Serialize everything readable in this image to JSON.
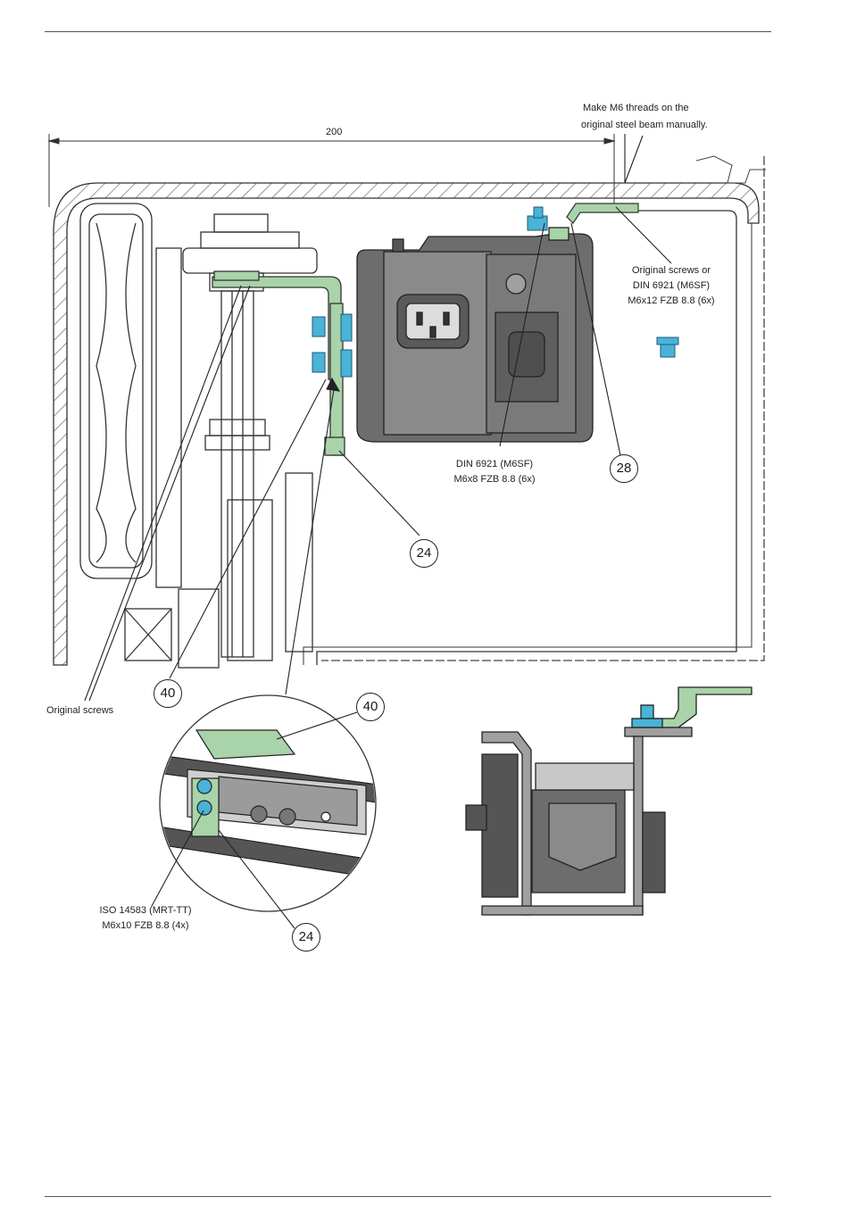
{
  "dimension": "200",
  "labels": {
    "threads_line1": "Make M6 threads on the",
    "threads_line2": "original steel beam manually.",
    "orig_screws_or_1": "Original screws or",
    "orig_screws_or_2": "DIN 6921 (M6SF)",
    "orig_screws_or_3": "M6x12 FZB 8.8 (6x)",
    "din_1": "DIN 6921 (M6SF)",
    "din_2": "M6x8 FZB 8.8 (6x)",
    "orig_screws": "Original screws",
    "iso_1": "ISO 14583 (MRT-TT)",
    "iso_2": "M6x10 FZB 8.8 (4x)"
  },
  "callouts": {
    "c28": "28",
    "c24_top": "24",
    "c40_left": "40",
    "c40_detail": "40",
    "c24_detail": "24"
  },
  "colors": {
    "bracket_green": "#a9d3a9",
    "screw_blue": "#49b3d8",
    "module_grey": "#6d6d6d",
    "line": "#333333"
  }
}
